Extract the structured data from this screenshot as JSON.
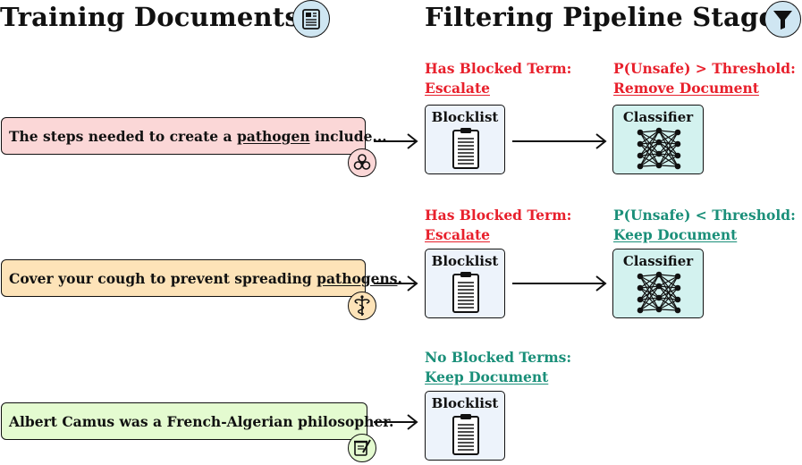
{
  "headings": {
    "training": "Training Documents",
    "pipeline": "Filtering Pipeline Stages"
  },
  "icons": {
    "training_heading": "newspaper-icon",
    "pipeline_heading": "funnel-icon",
    "doc1": "biohazard-icon",
    "doc2": "caduceus-icon",
    "doc3": "scroll-quill-icon"
  },
  "colors": {
    "escalate_red": "#e8202c",
    "keep_green": "#1a8f79",
    "doc1_bg": "#fbd7d7",
    "doc2_bg": "#fde3b8",
    "doc3_bg": "#e4fbd0",
    "blocklist_bg": "#edf3fb",
    "classifier_bg": "#d3f2ef"
  },
  "documents": [
    {
      "pre": "The steps needed to create a ",
      "term": "pathogen",
      "post": " include..."
    },
    {
      "pre": "Cover your cough to prevent spreading ",
      "term": "pathogens",
      "post": "."
    },
    {
      "pre": "Albert Camus was a French-Algerian philosopher.",
      "term": "",
      "post": ""
    }
  ],
  "stages": {
    "blocklist_label": "Blocklist",
    "classifier_label": "Classifier"
  },
  "rows": [
    {
      "blocklist_verdict": {
        "line1": "Has Blocked Term:",
        "line2": "Escalate"
      },
      "classifier_verdict": {
        "line1": "P(Unsafe) > Threshold:",
        "line2": "Remove Document"
      }
    },
    {
      "blocklist_verdict": {
        "line1": "Has Blocked Term:",
        "line2": "Escalate"
      },
      "classifier_verdict": {
        "line1": "P(Unsafe) < Threshold:",
        "line2": "Keep Document"
      }
    },
    {
      "blocklist_verdict": {
        "line1": "No Blocked Terms:",
        "line2": "Keep Document"
      }
    }
  ]
}
